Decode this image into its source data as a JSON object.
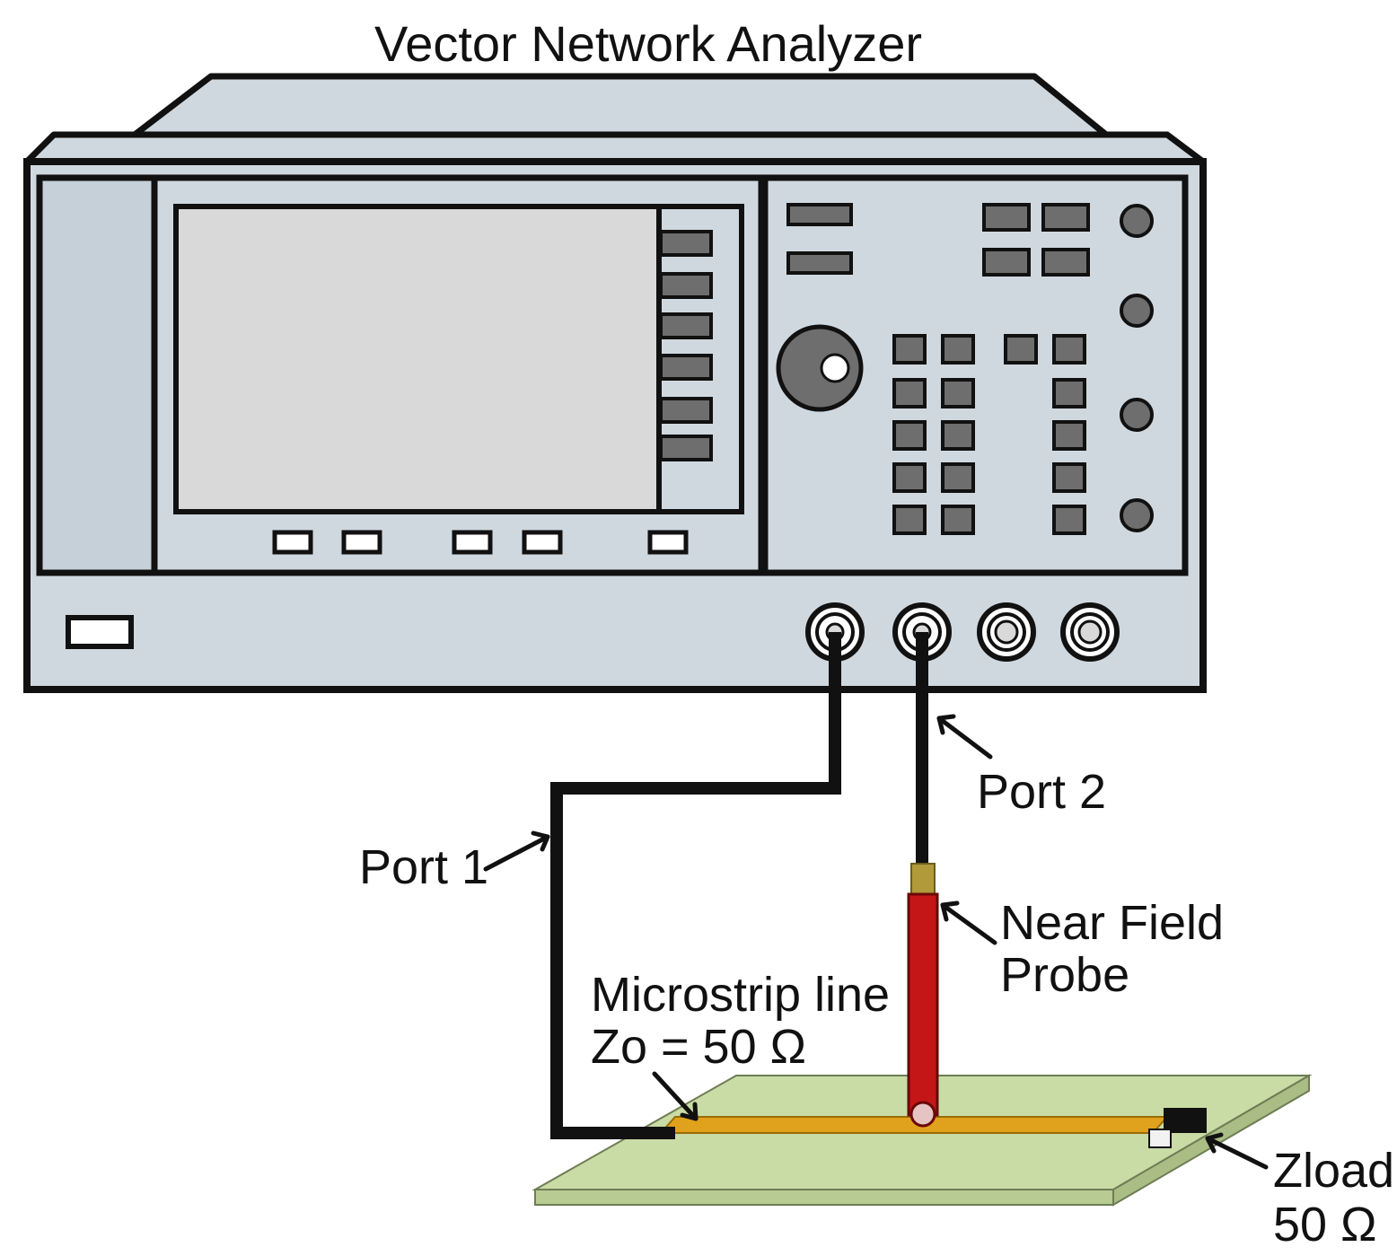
{
  "title": "Vector Network Analyzer",
  "labels": {
    "port1": "Port 1",
    "port2": "Port 2",
    "probe_line1": "Near Field",
    "probe_line2": "Probe",
    "microstrip_line1": "Microstrip line",
    "microstrip_line2": "Zo = 50 Ω",
    "zload_line1": "Zload",
    "zload_line2": "50 Ω"
  },
  "colors": {
    "instrument_body": "#d0d8df",
    "screen": "#d9d9d9",
    "button": "#6e6e6e",
    "cable": "#111111",
    "probe": "#c41616",
    "probe_tip": "#b09a3a",
    "board": "#c9dca5",
    "trace": "#e0a21c",
    "outline": "#111111"
  },
  "icons": [
    "vector-network-analyzer",
    "coax-cable",
    "near-field-probe",
    "microstrip-board",
    "load-resistor"
  ]
}
